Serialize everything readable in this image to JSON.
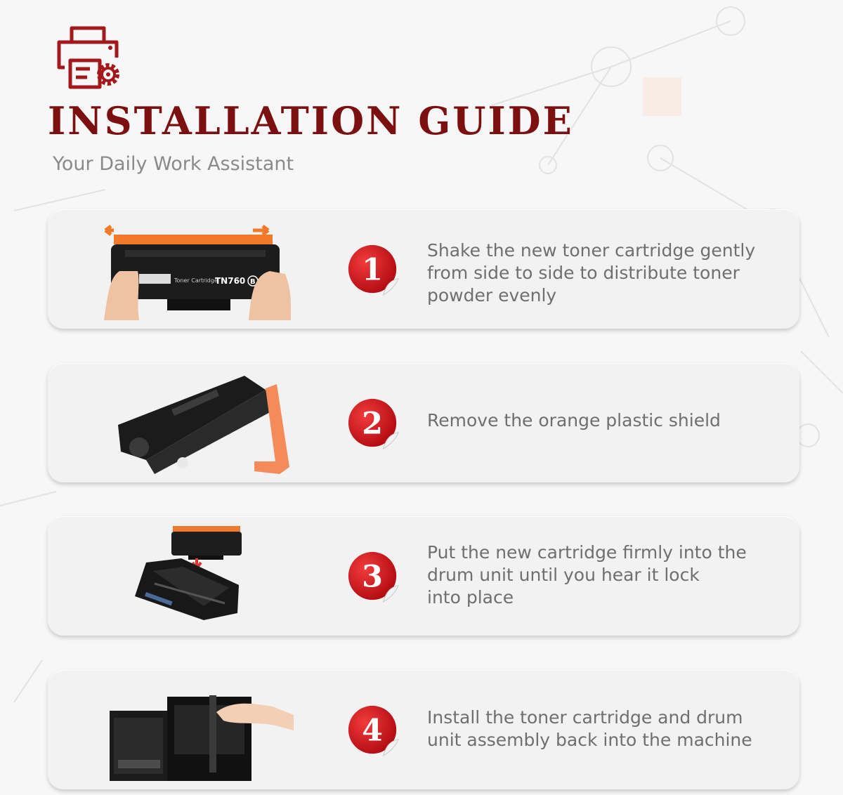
{
  "header": {
    "title": "INSTALLATION GUIDE",
    "subtitle": "Your Daily Work Assistant",
    "logo_icon": "printer-gear-icon"
  },
  "colors": {
    "accent": "#7c1010",
    "badge_red": "#d8121a",
    "text_gray": "#6f6f6f",
    "cartridge_orange": "#f07a2a"
  },
  "steps": [
    {
      "number": "1",
      "text": "Shake the new toner cartridge gently\nfrom side to side to distribute toner\npowder evenly",
      "image": "hands-shaking-cartridge"
    },
    {
      "number": "2",
      "text": "Remove the orange plastic shield",
      "image": "cartridge-with-orange-shield"
    },
    {
      "number": "3",
      "text": "Put the new cartridge firmly into the\ndrum unit  until you hear it lock\ninto place",
      "image": "cartridge-into-drum-unit"
    },
    {
      "number": "4",
      "text": "Install the toner cartridge and drum\nunit assembly back into the machine",
      "image": "drum-into-printer"
    }
  ],
  "cartridge_labels": {
    "model": "TN760",
    "name": "Toner Cartridge",
    "badge": "B"
  }
}
